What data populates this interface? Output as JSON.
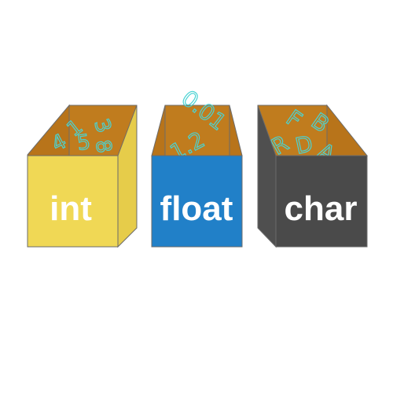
{
  "colors": {
    "interior": "#c07c1e",
    "outline": "#6b6b6b",
    "glyph_stroke": "#4ad3d3",
    "label_text": "#ffffff"
  },
  "boxes": [
    {
      "label": "int",
      "front_color": "#f0d855",
      "side_color": "#e6cc4a",
      "contents": [
        "1",
        "4",
        "5",
        "3",
        "8"
      ]
    },
    {
      "label": "float",
      "front_color": "#2180c8",
      "side_color": "#2a8bd0",
      "contents": [
        "0.01",
        "1.2"
      ]
    },
    {
      "label": "char",
      "front_color": "#4a4a4a",
      "side_color": "#4f4f4f",
      "contents": [
        "F",
        "B",
        "R",
        "D",
        "A"
      ]
    }
  ]
}
